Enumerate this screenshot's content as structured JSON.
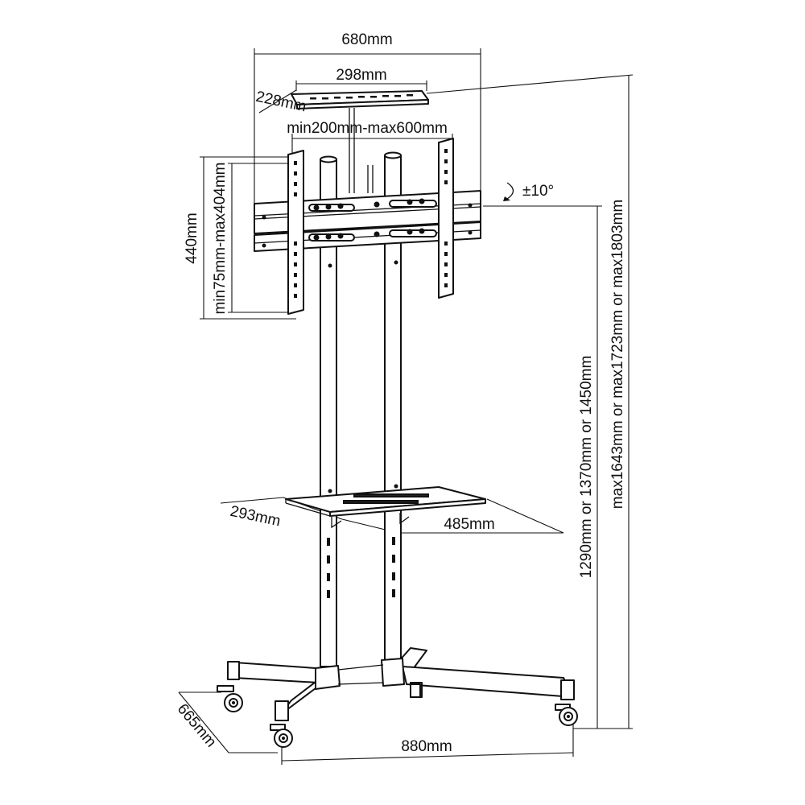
{
  "diagram": {
    "title": "",
    "dimensions": {
      "overall_width": "680mm",
      "tray_width": "298mm",
      "tray_depth": "228mm",
      "vesa_horizontal": "min200mm-max600mm",
      "tilt": "±10°",
      "bracket_height": "440mm",
      "vesa_vertical": "min75mm-max404mm",
      "center_height": "1290mm or 1370mm or 1450mm",
      "total_height": "max1643mm or max1723mm or max1803mm",
      "shelf_depth": "293mm",
      "shelf_width": "485mm",
      "base_depth": "665mm",
      "base_width": "880mm"
    }
  }
}
